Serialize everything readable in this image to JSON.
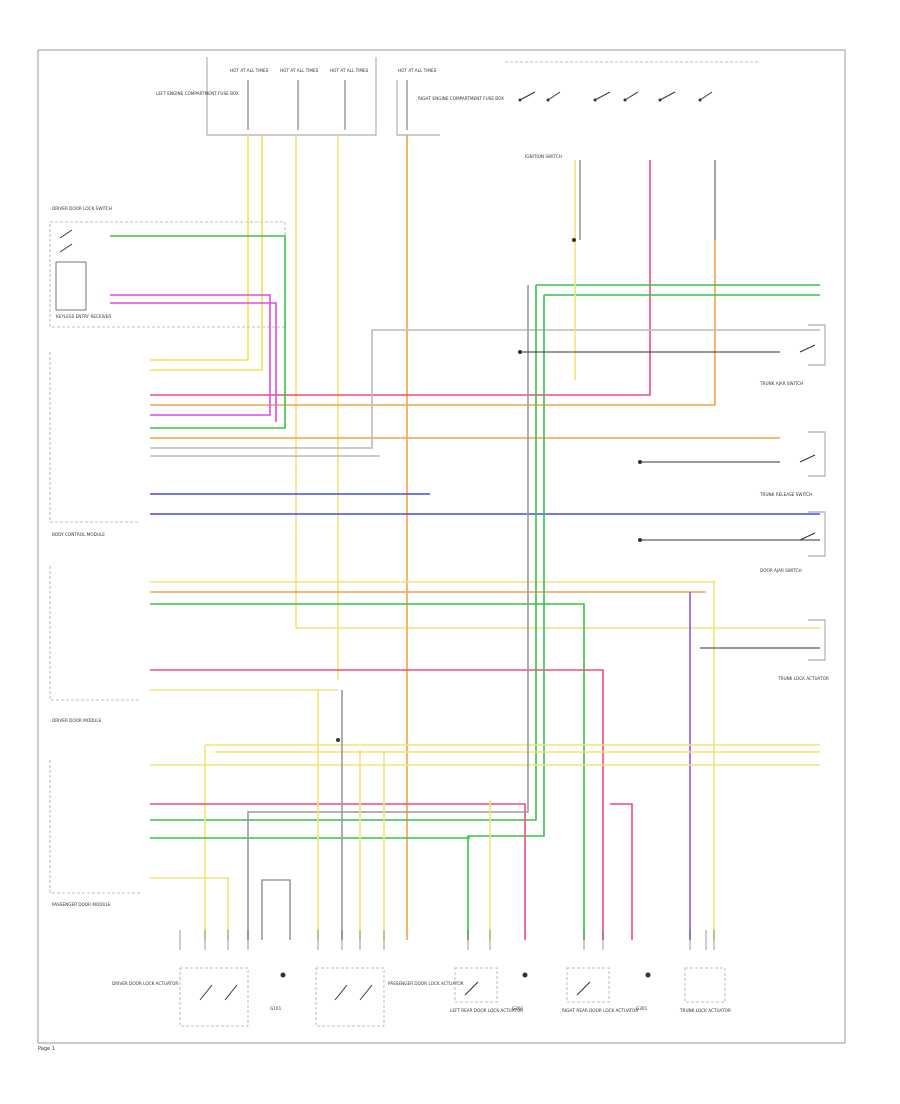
{
  "diagram": {
    "page_label": "Page 1",
    "colors": {
      "yellow": "#f3e24a",
      "pink": "#ee4d7a",
      "magenta": "#e04ce0",
      "orange": "#f4a24a",
      "green": "#39c24a",
      "blue": "#4a4ae8",
      "purple": "#8a5ae0",
      "gray": "#9a9a9a",
      "black": "#333333",
      "lightyellow": "#f2e27a"
    },
    "labels": {
      "top_left_fuse_box": "LEFT ENGINE COMPARTMENT FUSE BOX",
      "top_right_fuse_box": "RIGHT ENGINE COMPARTMENT FUSE BOX",
      "hot_at_all_times": "HOT AT ALL TIMES",
      "ignition_switch": "IGNITION SWITCH",
      "driver_door_lock_switch": "DRIVER DOOR LOCK SWITCH",
      "keyless_entry": "KEYLESS ENTRY RECEIVER",
      "body_control_module": "BODY CONTROL MODULE",
      "left_front_door_module": "DRIVER DOOR MODULE",
      "right_front_door_module": "PASSENGER DOOR MODULE",
      "door_lock_actuator_lf": "DRIVER DOOR LOCK ACTUATOR",
      "door_lock_actuator_rf": "PASSENGER DOOR LOCK ACTUATOR",
      "trunk_release": "TRUNK RELEASE SWITCH",
      "trunk_lock": "TRUNK LOCK ACTUATOR",
      "trunk_ajar": "TRUNK AJAR SWITCH",
      "door_ajar": "DOOR AJAR SWITCH",
      "left_rear_door": "LEFT REAR DOOR LOCK ACTUATOR",
      "right_rear_door": "RIGHT REAR DOOR LOCK ACTUATOR",
      "ground_g101": "G101",
      "ground_g201": "G201",
      "ground_g301": "G301"
    }
  }
}
